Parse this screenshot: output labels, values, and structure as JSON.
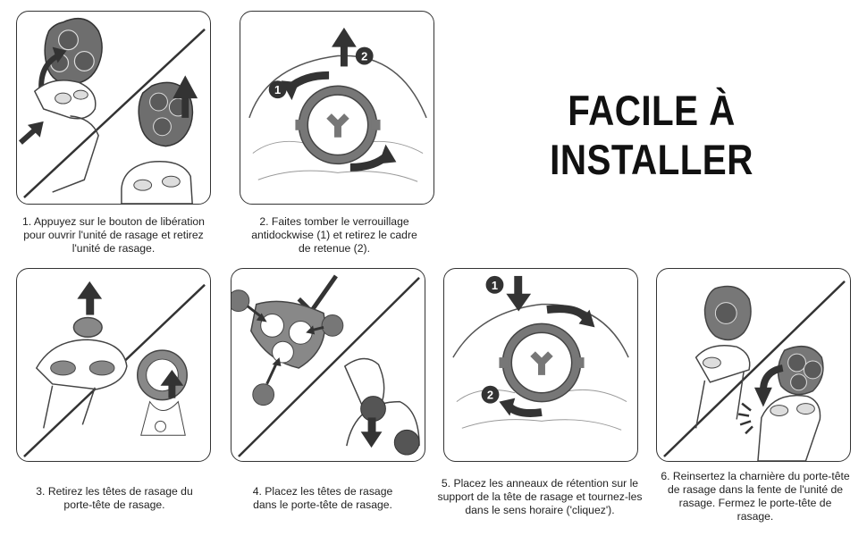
{
  "heading": "FACILE À INSTALLER",
  "steps": [
    {
      "caption": "1. Appuyez sur le bouton de libération pour ouvrir l'unité de rasage et retirez l'unité de rasage."
    },
    {
      "caption": "2. Faites tomber le verrouillage antidockwise (1) et retirez le cadre de retenue (2).",
      "markers": [
        "1",
        "2"
      ]
    },
    {
      "caption": "3. Retirez les têtes de rasage du porte-tête de rasage."
    },
    {
      "caption": "4. Placez les têtes de rasage dans le porte-tête de rasage."
    },
    {
      "caption": "5. Placez les anneaux de rétention sur le support de la tête de rasage et tournez-les dans le sens horaire ('cliquez').",
      "markers": [
        "1",
        "2"
      ]
    },
    {
      "caption": "6. Reinsertez la charnière du porte-tête de rasage dans la fente de l'unité de rasage. Fermez le porte-tête de rasage."
    }
  ]
}
